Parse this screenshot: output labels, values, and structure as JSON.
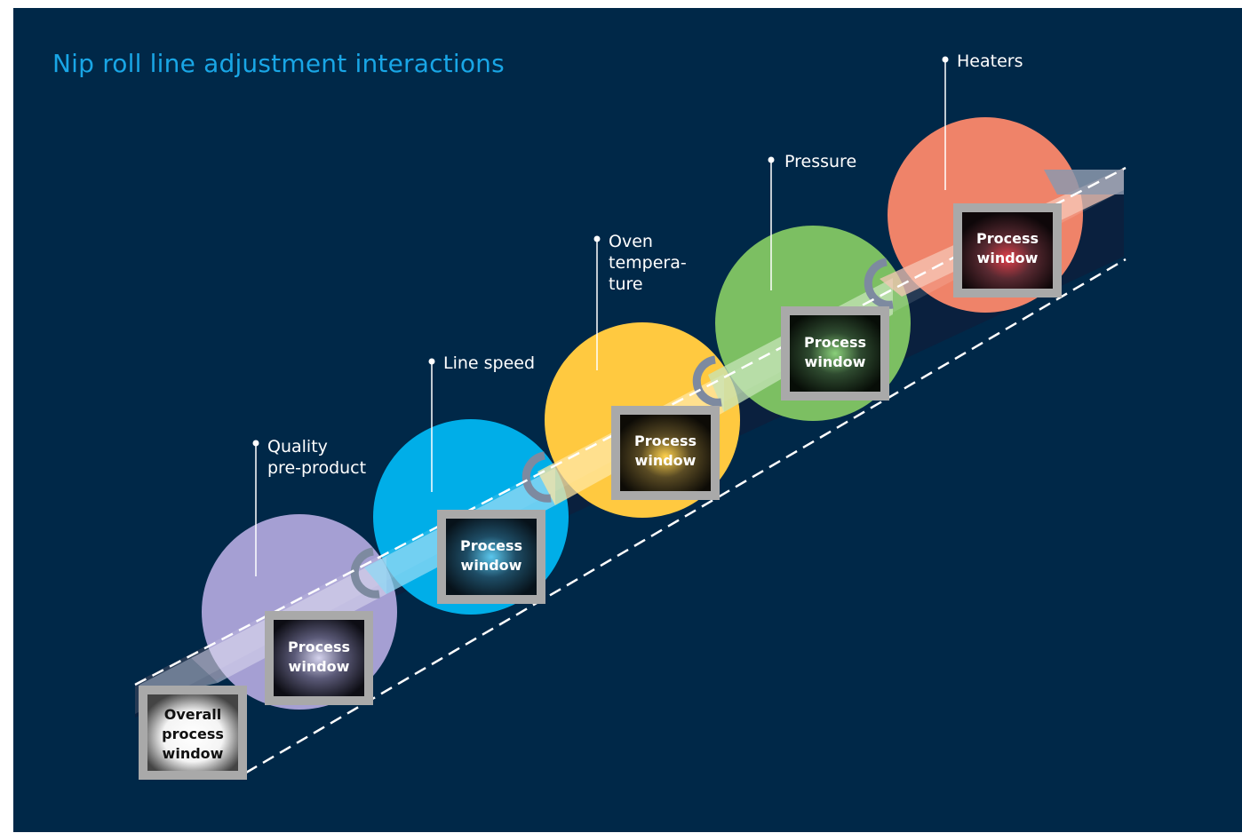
{
  "title": "Nip roll line adjustment interactions",
  "colors": {
    "background": "#002848",
    "title": "#19a6e6",
    "quality": "#a59fd3",
    "line_speed": "#00aee8",
    "oven": "#ffc940",
    "pressure": "#7cbf62",
    "heaters": "#ef8369"
  },
  "factors": [
    {
      "label": "Quality\npre-product",
      "window": "Process\nwindow"
    },
    {
      "label": "Line speed",
      "window": "Process\nwindow"
    },
    {
      "label": "Oven\ntempera-\nture",
      "window": "Process\nwindow"
    },
    {
      "label": "Pressure",
      "window": "Process\nwindow"
    },
    {
      "label": "Heaters",
      "window": "Process\nwindow"
    }
  ],
  "overall": "Overall\nprocess\nwindow"
}
